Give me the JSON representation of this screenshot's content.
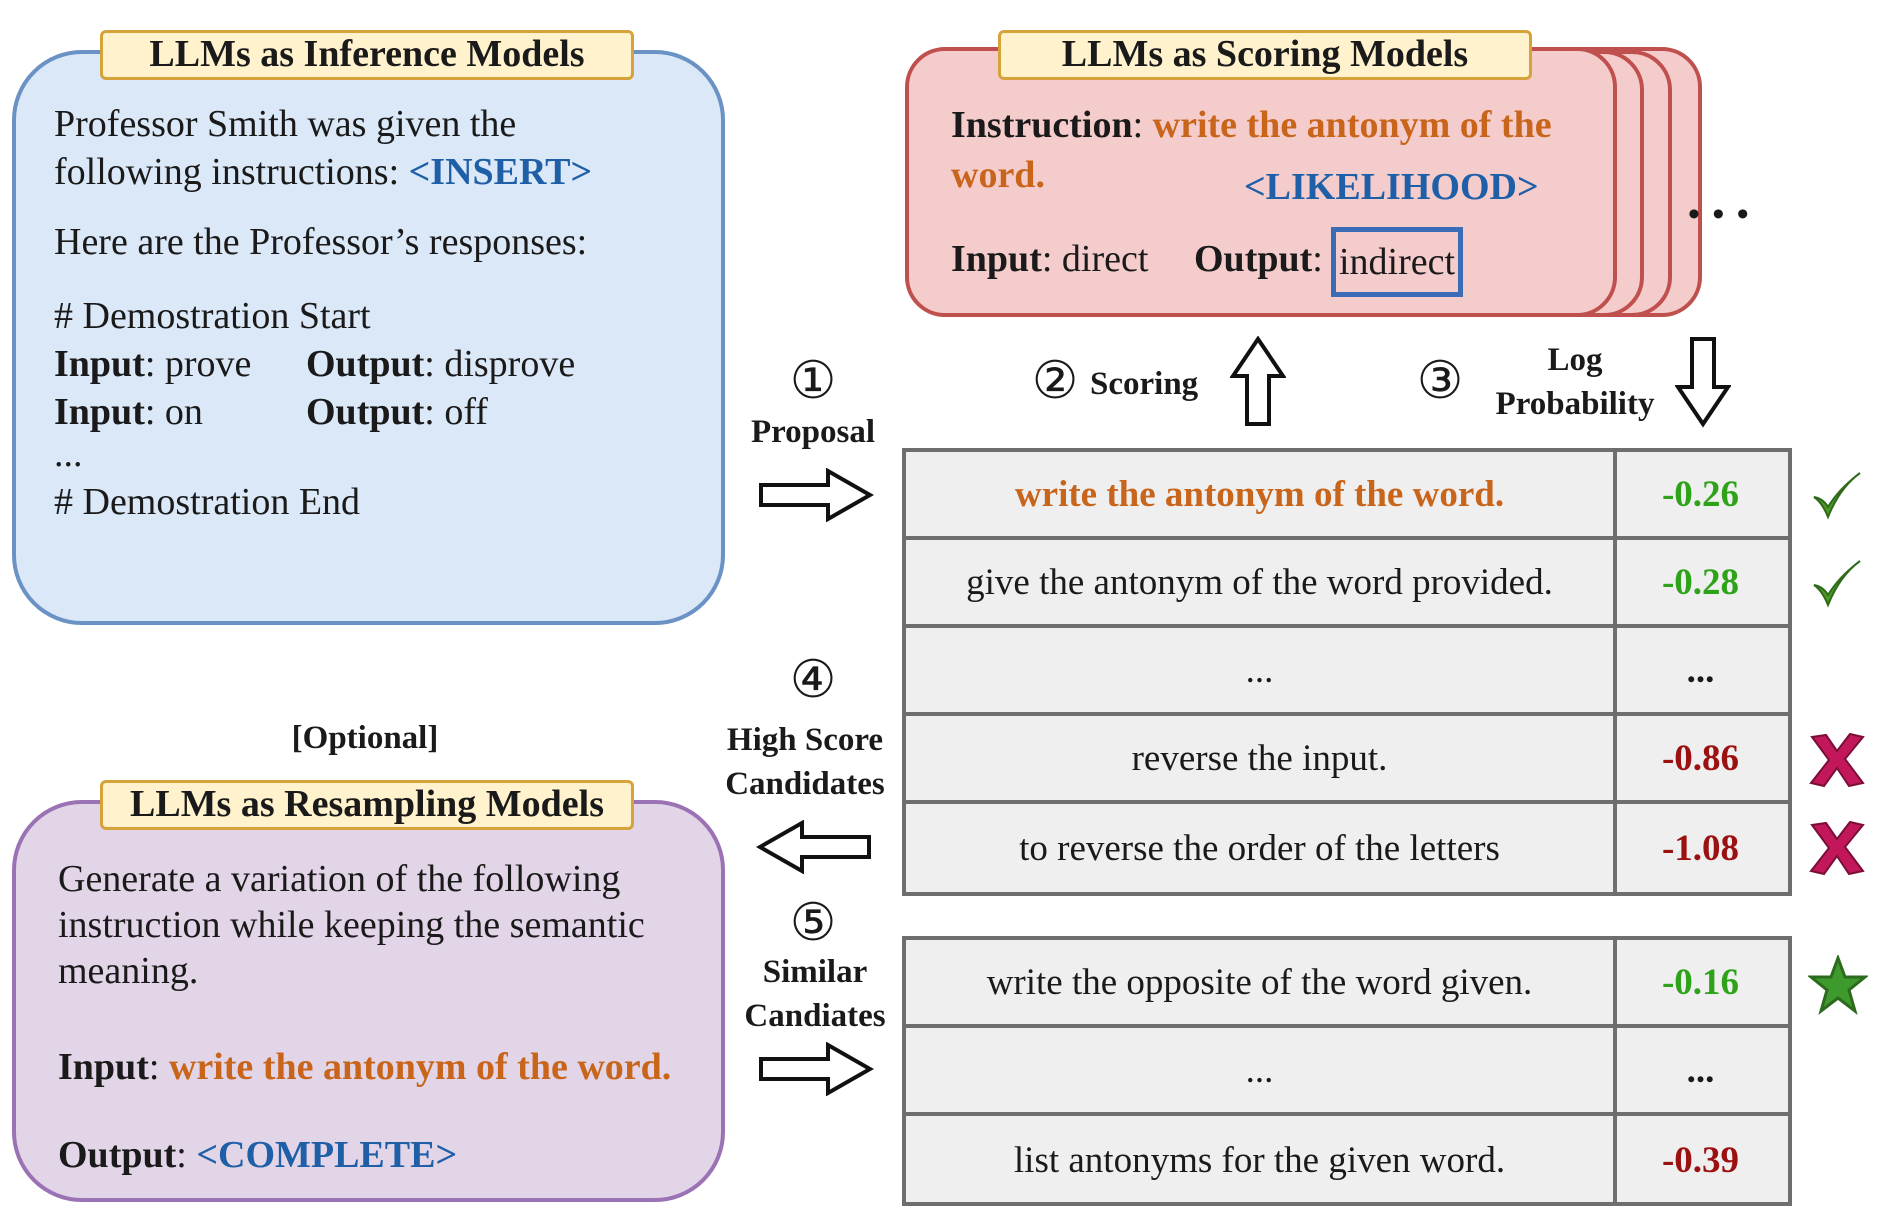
{
  "inference": {
    "title": "LLMs as Inference Models",
    "line1": "Professor Smith was given the",
    "line2_prefix": "following instructions: ",
    "line2_token": "<INSERT>",
    "line3": "Here are the Professor’s responses:",
    "demo_start": "# Demostration Start",
    "input_label": "Input",
    "output_label": "Output",
    "ex1_input": ": prove",
    "ex1_output": ": disprove",
    "ex2_input": ": on",
    "ex2_output": ": off",
    "ellipsis": "...",
    "demo_end": "# Demostration End"
  },
  "scoring": {
    "title": "LLMs as Scoring Models",
    "instruction_label": "Instruction",
    "instruction_text_1": "write the antonym of the",
    "instruction_text_2": "word.",
    "likelihood_token": "<LIKELIHOOD>",
    "input_label": "Input",
    "input_value": ": direct",
    "output_label": "Output",
    "output_value": "indirect",
    "more": "• • •"
  },
  "steps": {
    "s1_num": "①",
    "s1_label": "Proposal",
    "s2_num": "②",
    "s2_label": "Scoring",
    "s3_num": "③",
    "s3_label_1": "Log",
    "s3_label_2": "Probability",
    "s4_num": "④",
    "s4_label_1": "High Score",
    "s4_label_2": "Candidates",
    "s5_num": "⑤",
    "s5_label_1": "Similar",
    "s5_label_2": "Candiates"
  },
  "optional_label": "[Optional]",
  "resampling": {
    "title": "LLMs as Resampling Models",
    "line1": "Generate a variation of the following",
    "line2": "instruction while keeping the semantic",
    "line3": "meaning.",
    "input_label": "Input",
    "input_value": "write the antonym of the word.",
    "output_label": "Output",
    "output_token": "<COMPLETE>"
  },
  "candidates_table": [
    {
      "instruction": "write the antonym of the word.",
      "score": "-0.26",
      "highlight": true,
      "verdict": "check"
    },
    {
      "instruction": "give the antonym of the word provided.",
      "score": "-0.28",
      "highlight": false,
      "verdict": "check"
    },
    {
      "instruction": "...",
      "score": "...",
      "highlight": false,
      "verdict": "none"
    },
    {
      "instruction": "reverse the input.",
      "score": "-0.86",
      "highlight": false,
      "verdict": "cross"
    },
    {
      "instruction": "to reverse the order of the letters",
      "score": "-1.08",
      "highlight": false,
      "verdict": "cross"
    }
  ],
  "similar_table": [
    {
      "instruction": "write the opposite of the word given.",
      "score": "-0.16",
      "verdict": "star"
    },
    {
      "instruction": "...",
      "score": "...",
      "verdict": "none"
    },
    {
      "instruction": "list antonyms for the given word.",
      "score": "-0.39",
      "verdict": "none"
    }
  ],
  "colors": {
    "highlight_orange": "#c8651b",
    "token_blue": "#1f5fa8",
    "score_good": "#2ea31a",
    "score_bad": "#9b1111",
    "check": "#4c9a2a",
    "cross": "#c2185b",
    "star": "#3f9a2e"
  }
}
